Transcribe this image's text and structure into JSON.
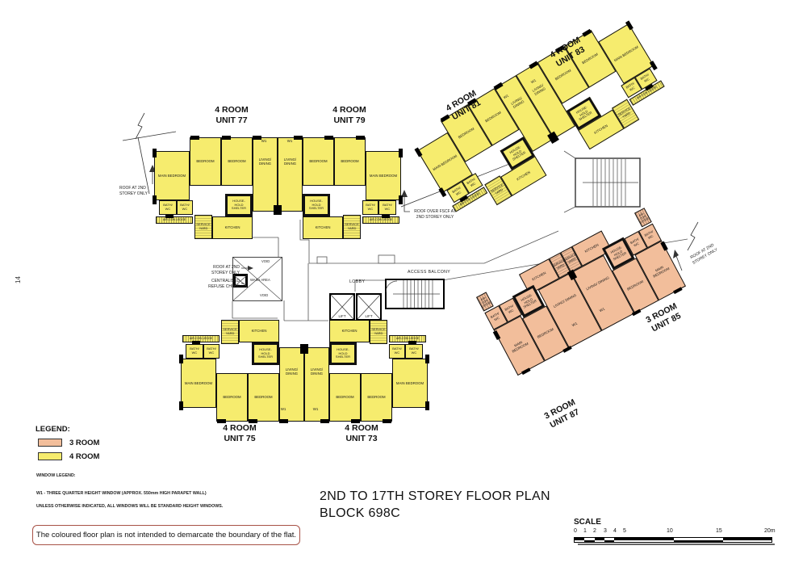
{
  "page": {
    "number": "14"
  },
  "title": {
    "line1": "2ND TO 17TH STOREY FLOOR PLAN",
    "line2": "BLOCK 698C"
  },
  "legend": {
    "heading": "LEGEND:",
    "items": [
      {
        "label": "3 ROOM",
        "color": "#F2BE9B"
      },
      {
        "label": "4 ROOM",
        "color": "#F6EC6E"
      }
    ],
    "window_heading": "WINDOW LEGEND:",
    "window_note1": "W1  -  THREE QUARTER HEIGHT WINDOW (APPROX. 550mm HIGH PARAPET WALL)",
    "window_note2": "UNLESS OTHERWISE INDICATED, ALL WINDOWS WILL BE STANDARD HEIGHT WINDOWS."
  },
  "note": "The coloured floor plan is not intended to demarcate the boundary of the flat.",
  "scale": {
    "heading": "SCALE",
    "ticks": [
      "0",
      "1",
      "2",
      "3",
      "4",
      "5",
      "10",
      "15",
      "20m"
    ]
  },
  "units": [
    {
      "type": "4 ROOM",
      "label": "UNIT 77"
    },
    {
      "type": "4 ROOM",
      "label": "UNIT 79"
    },
    {
      "type": "4 ROOM",
      "label": "UNIT 81"
    },
    {
      "type": "4 ROOM",
      "label": "UNIT 83"
    },
    {
      "type": "4 ROOM",
      "label": "UNIT 75"
    },
    {
      "type": "4 ROOM",
      "label": "UNIT 73"
    },
    {
      "type": "3 ROOM",
      "label": "UNIT 85"
    },
    {
      "type": "3 ROOM",
      "label": "UNIT 87"
    }
  ],
  "rooms": {
    "main_bedroom": "MAIN BEDROOM",
    "bedroom": "BEDROOM",
    "living_dining": "LIVING/ DINING",
    "kitchen": "KITCHEN",
    "bath_wc": "BATH/ WC",
    "household_shelter": "HOUSE- HOLD SHELTER",
    "service_yard": "SERVICE YARD",
    "aircon_ledge": "AIR-CON LEDGE"
  },
  "labels": {
    "lobby": "LOBBY",
    "access_balcony": "ACCESS BALCONY",
    "lift": "LIFT",
    "void": "VOID",
    "wash_area": "WASH AREA",
    "w1": "W1"
  },
  "annotations": {
    "roof_2nd": "ROOF AT 2ND STOREY ONLY",
    "refuse_chute": "CENTRALISED REFUSE CHUTE",
    "roof_fscf": "ROOF OVER FSCF AT 2ND STOREY ONLY"
  },
  "colors": {
    "three_room": "#F2BE9B",
    "four_room": "#F6EC6E",
    "wall": "#111111"
  }
}
